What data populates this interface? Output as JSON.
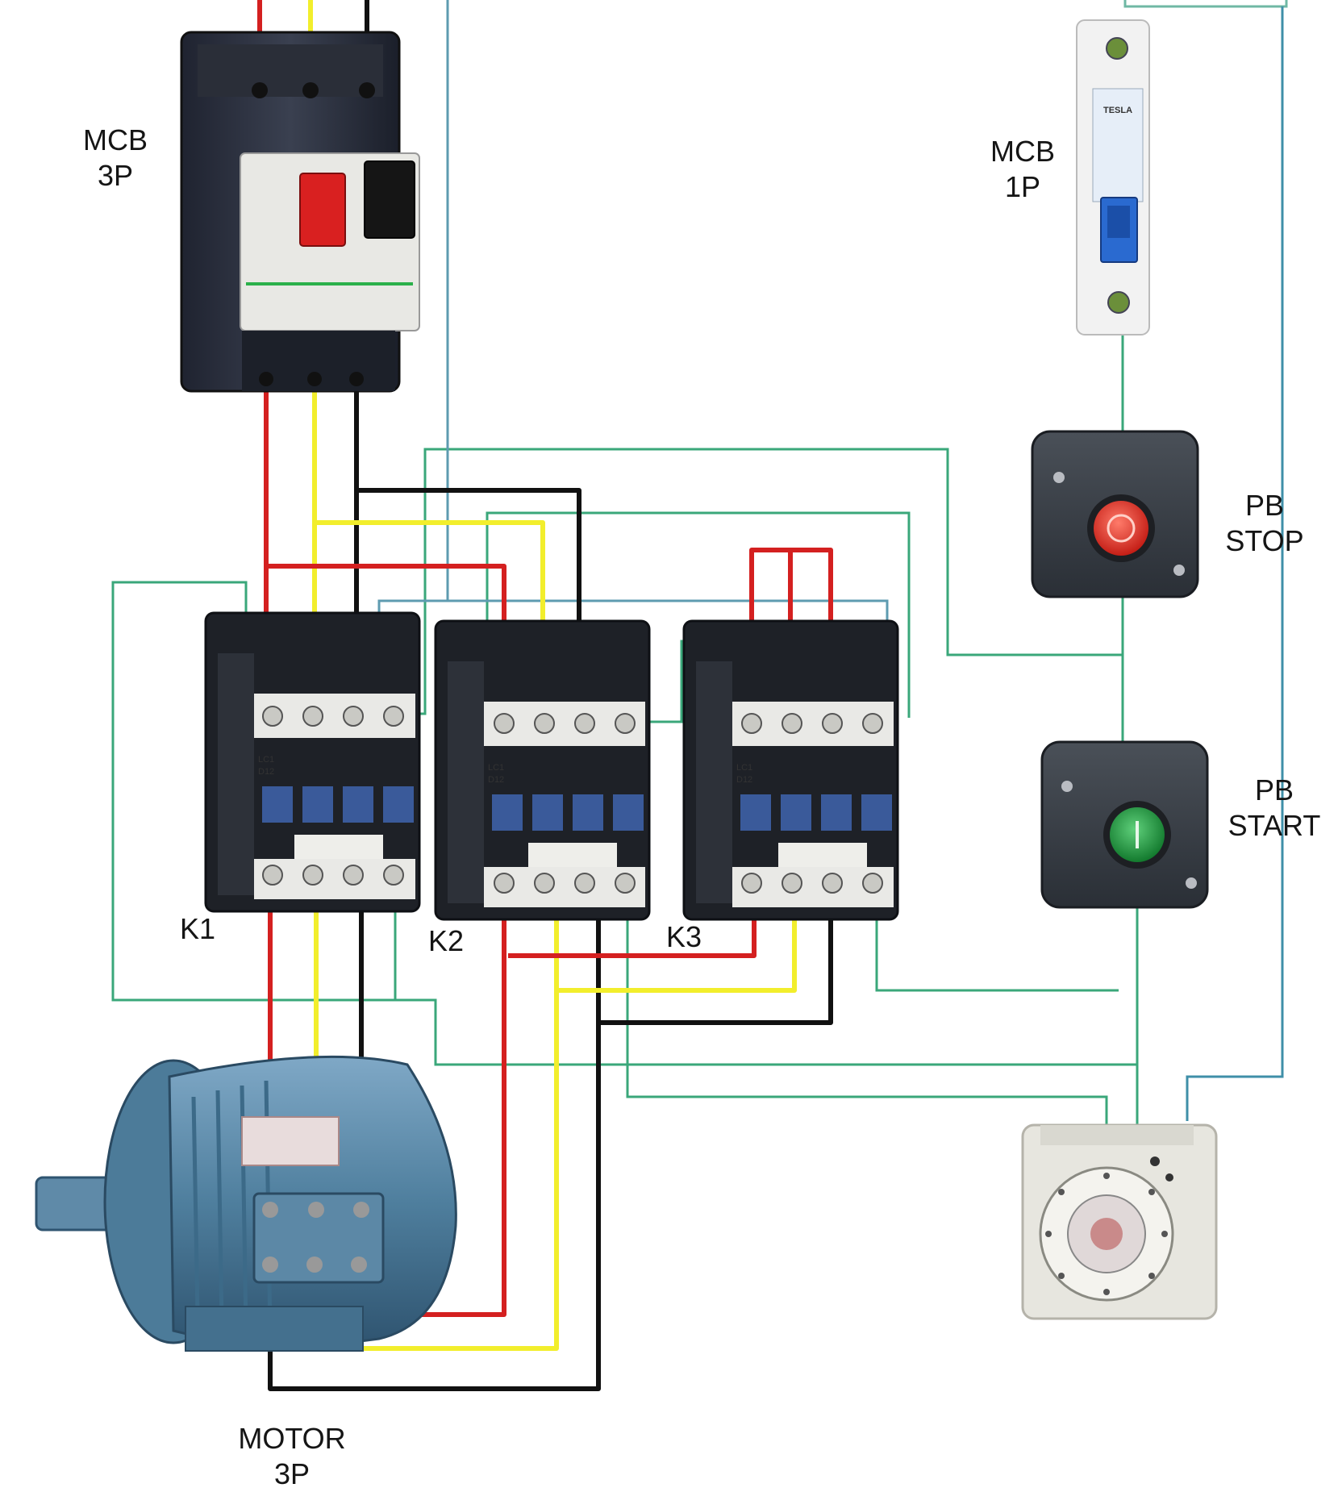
{
  "labels": {
    "mcb3p": [
      "MCB",
      "3P"
    ],
    "mcb1p": [
      "MCB",
      "1P"
    ],
    "pb_stop": [
      "PB",
      "STOP"
    ],
    "pb_start": [
      "PB",
      "START"
    ],
    "k1": "K1",
    "k2": "K2",
    "k3": "K3",
    "motor": [
      "MOTOR",
      "3P"
    ]
  },
  "device_text": {
    "mcb1p_brand": "TESLA",
    "contactor_model": [
      "LC1",
      "D12"
    ]
  },
  "colors": {
    "phase_l1": "#d42020",
    "phase_l2": "#f2ee2c",
    "phase_l3": "#111111",
    "control": "#3aa77a",
    "control_alt": "#6aa6b8",
    "motor_body": "#4f7f9e",
    "device_dark": "#2b2f36",
    "stop_button": "#e0302a",
    "start_button": "#1f8a3a"
  }
}
